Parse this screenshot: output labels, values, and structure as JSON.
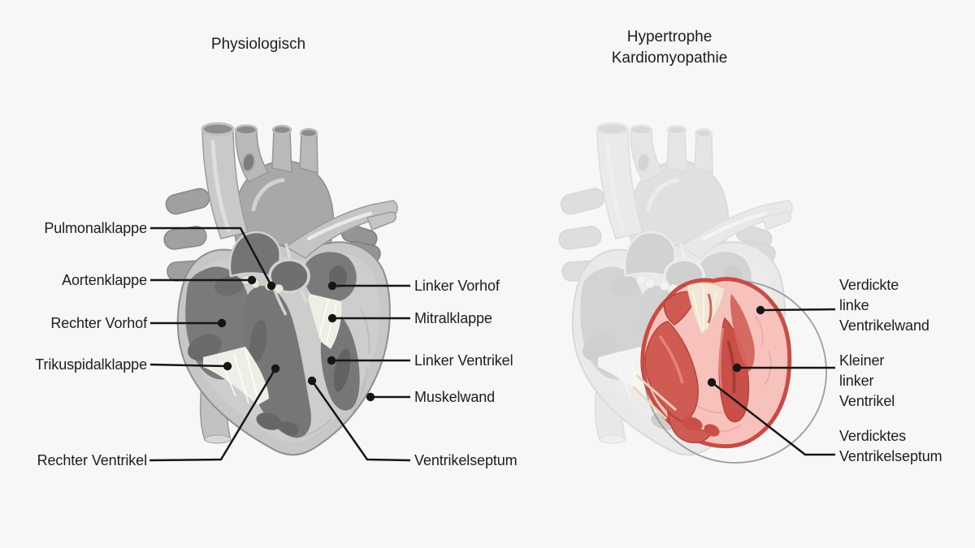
{
  "titles": {
    "left": "Physiologisch",
    "right_lines": [
      "Hypertrophe",
      "Kardiomyopathie"
    ]
  },
  "left_heart": {
    "labels_left": [
      {
        "id": "pulmonalklappe",
        "text": "Pulmonalklappe"
      },
      {
        "id": "aortenklappe",
        "text": "Aortenklappe"
      },
      {
        "id": "rechter-vorhof",
        "text": "Rechter Vorhof"
      },
      {
        "id": "trikuspidalklappe",
        "text": "Trikuspidalklappe"
      },
      {
        "id": "rechter-ventrikel",
        "text": "Rechter Ventrikel"
      }
    ],
    "labels_right": [
      {
        "id": "linker-vorhof",
        "text": "Linker Vorhof"
      },
      {
        "id": "mitralklappe",
        "text": "Mitralklappe"
      },
      {
        "id": "linker-ventrikel",
        "text": "Linker Ventrikel"
      },
      {
        "id": "muskelwand",
        "text": "Muskelwand"
      },
      {
        "id": "ventrikelseptum",
        "text": "Ventrikelseptum"
      }
    ]
  },
  "right_heart": {
    "labels": [
      {
        "lines": [
          "Verdickte",
          "linke",
          "Ventrikelwand"
        ]
      },
      {
        "lines": [
          "Kleiner",
          "linker",
          "Ventrikel"
        ]
      },
      {
        "lines": [
          "Verdicktes",
          "Ventrikelseptum"
        ]
      }
    ]
  },
  "colors": {
    "background": "#f7f7f7",
    "leader_line": "#161616",
    "heart_wall_light_gray": "#c7c7c7",
    "heart_chamber_dark_gray": "#777777",
    "vessel_gray": "#c5c5c5",
    "valve_cream": "#efeee6",
    "highlight_pink": "#f7c2bb",
    "highlight_red": "#cf5b53",
    "highlight_border_red": "#c84c44",
    "magnifier_circle_gray": "#9d9d9d"
  }
}
